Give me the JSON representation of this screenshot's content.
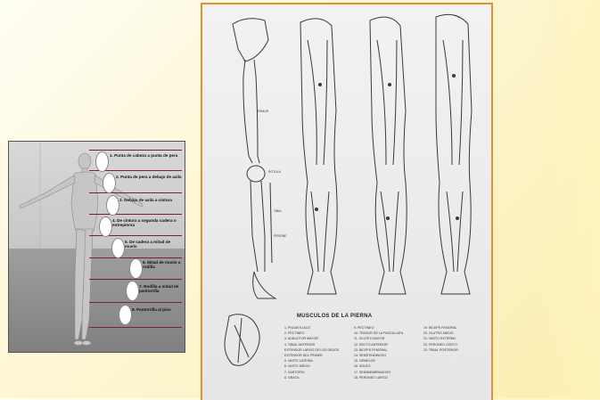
{
  "left_figure": {
    "labels": [
      "1. Punta de cabeza a punta de pera",
      "2. Punta de pera a debajo de axila",
      "3. Debajo de axila a cintura",
      "4. De cintura a segunda cadera o entrepierna",
      "5. De cadera a mitad de muslo",
      "6. Mitad de muslo a rodilla",
      "7. Rodilla a mitad de pantorrilla",
      "8. Pantorrilla al piso"
    ]
  },
  "plate": {
    "title": "MUSCULOS DE LA PIERNA",
    "bone_labels": [
      "FEMUR",
      "ROTULA",
      "TIBIA",
      "PERONE"
    ],
    "legend_col1": [
      "1. PSOAS ILIACO",
      "2. PECTINEO",
      "3. ADDUCTOR MAYOR",
      "4. TIBIAL ANTERIOR",
      "EXTENSOR LARGO DE LOS DEDOS",
      "EXTENSOR DEL PRIMER",
      "5. VASTO LATERAL",
      "6. VASTO MEDIO",
      "7. SARTORIO",
      "8. GRACIL"
    ],
    "legend_col2": [
      "9. PECTINEO",
      "10. TENSOR DE LA FASCIA LATA",
      "11. GLUTEO MAYOR",
      "12. RECTO ANTERIOR",
      "13. BICEPS FEMORAL",
      "14. SEMITENDINOSO",
      "15. GEMELOS",
      "16. SOLEO",
      "17. SEMIMEMBRANOSO",
      "18. PERONEO LARGO"
    ],
    "legend_col3": [
      "19. BICEPS FEMORAL",
      "20. GLUTEO MEDIO",
      "21. VASTO EXTERNO",
      "22. PERONEO CORTO",
      "23. TIBIAL POSTERIOR"
    ]
  }
}
